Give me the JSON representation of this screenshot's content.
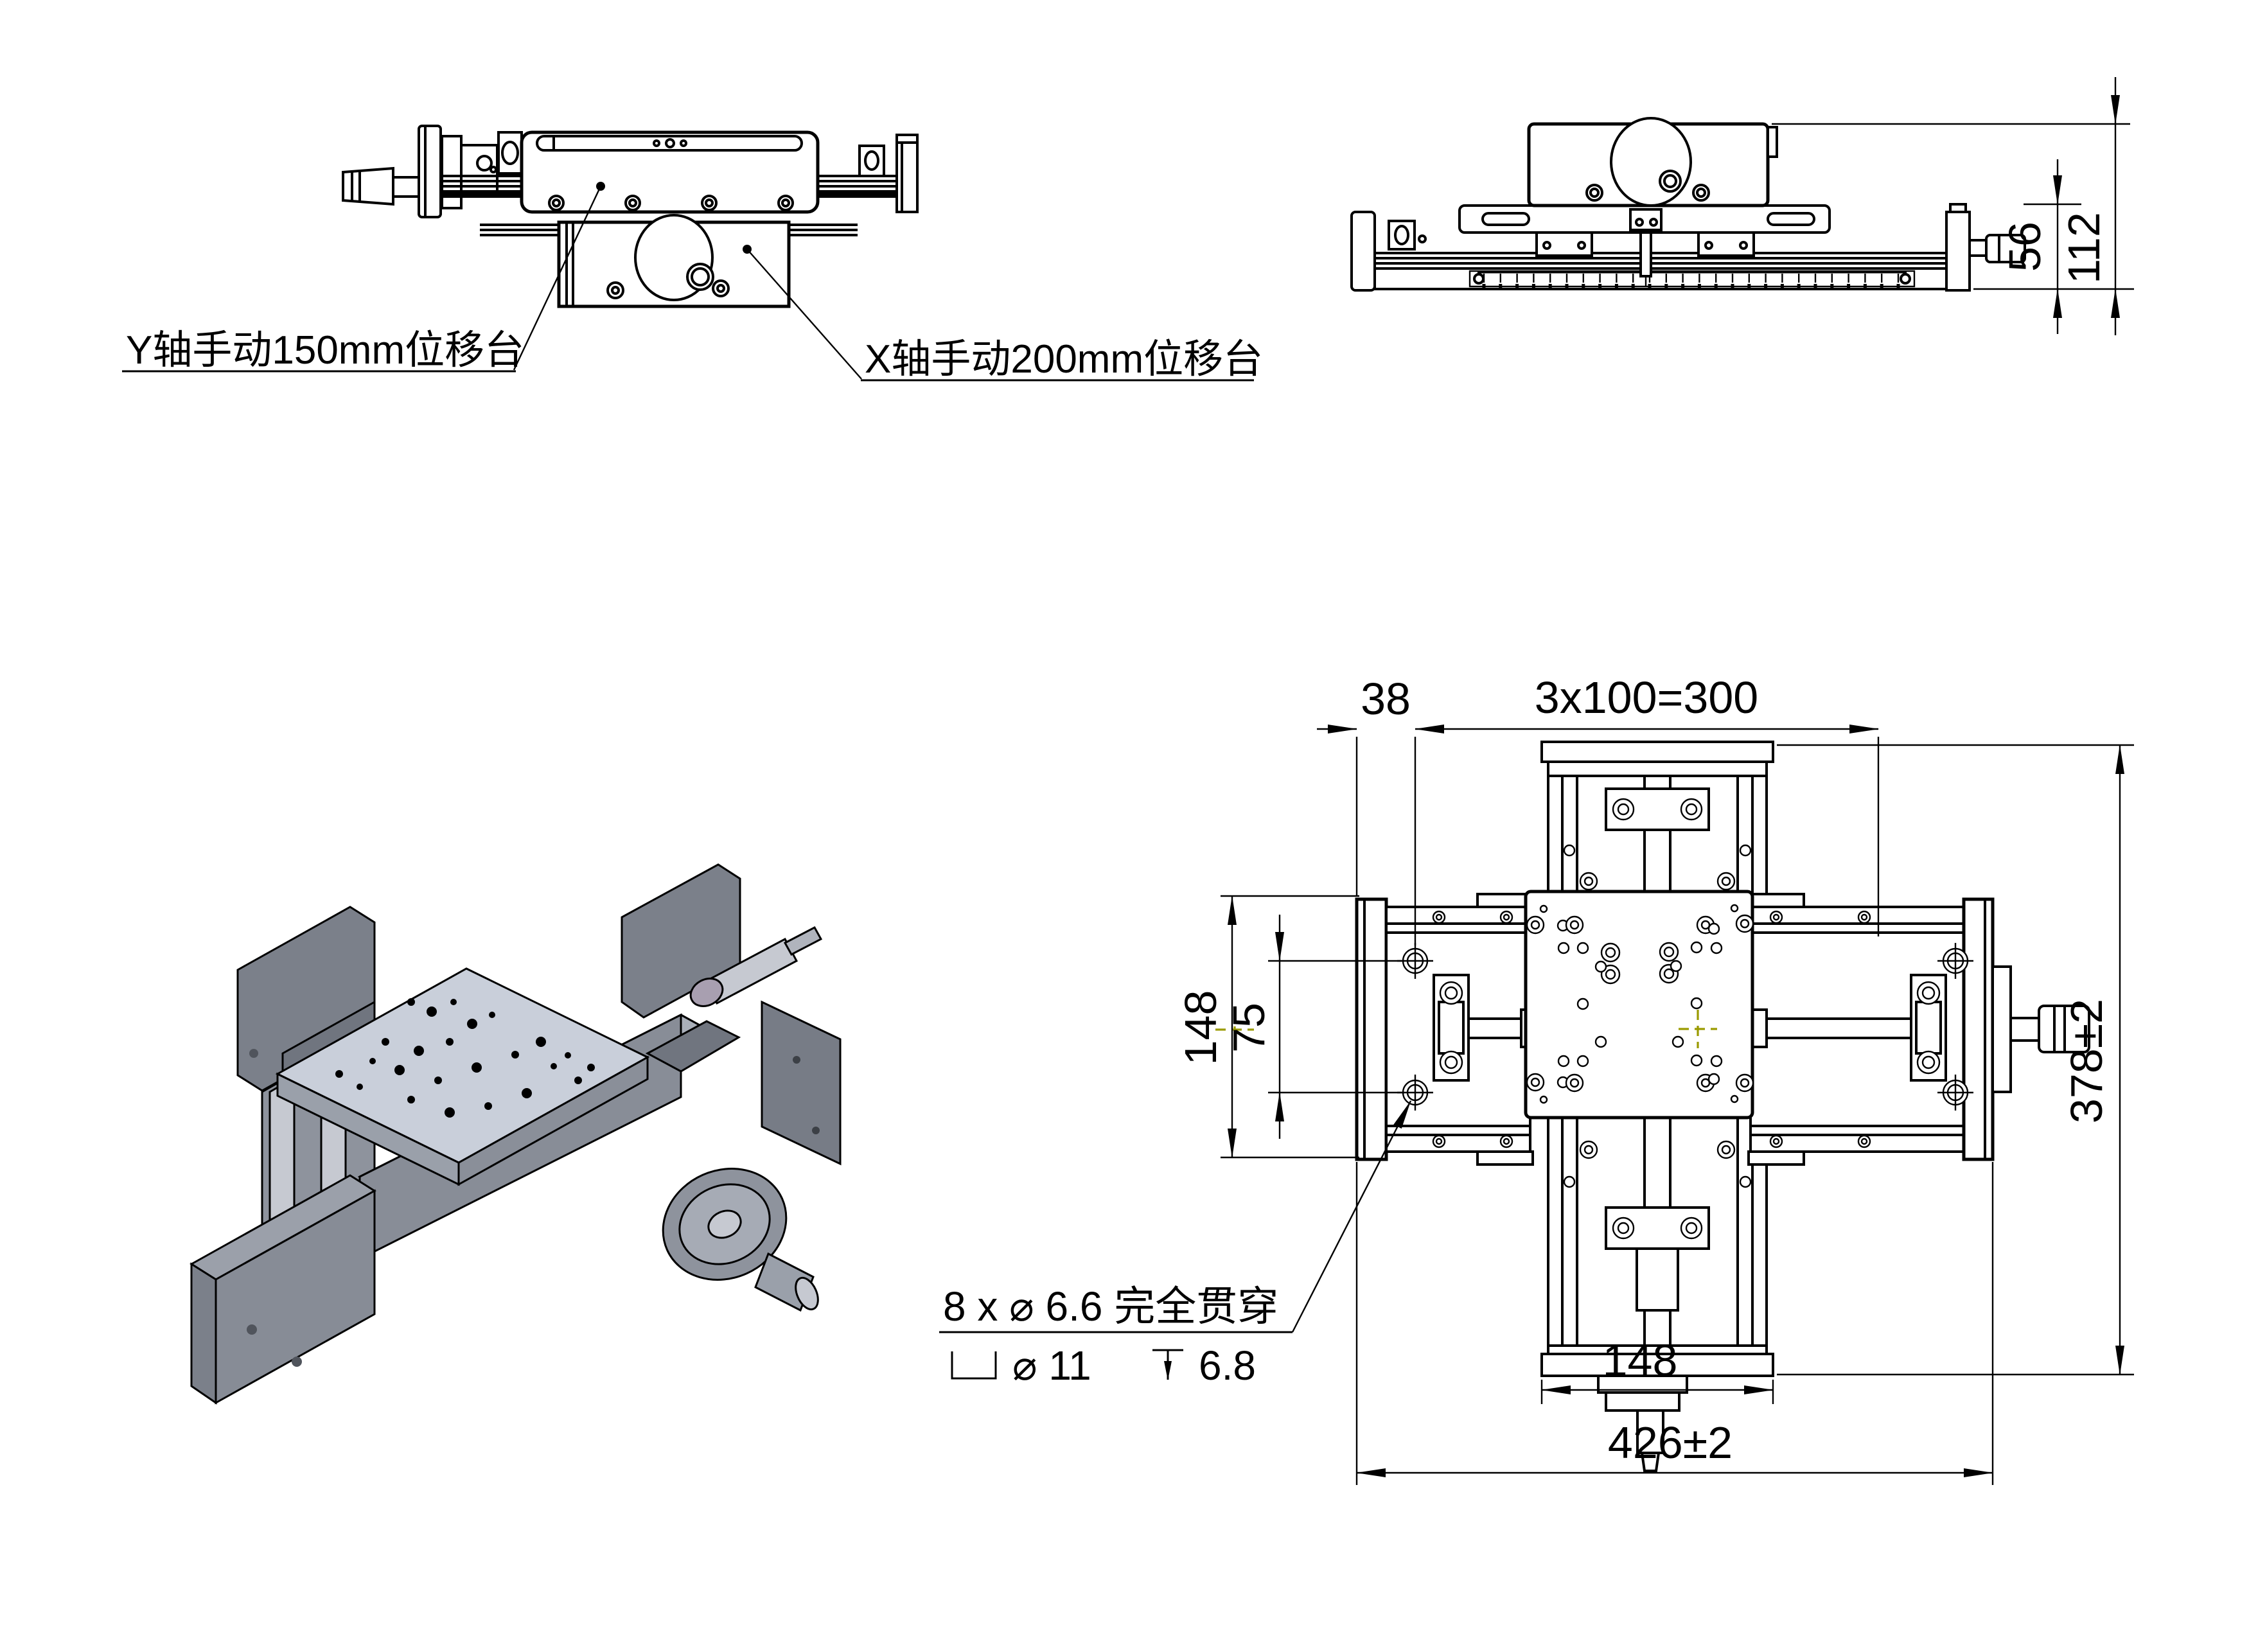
{
  "page": {
    "background": "#ffffff"
  },
  "front_view": {
    "label_y_stage": "Y轴手动150mm位移台",
    "label_x_stage": "X轴手动200mm位移台"
  },
  "side_view": {
    "dim_upper_height": "56",
    "dim_total_height": "112"
  },
  "top_view": {
    "dim_edge_to_hole": "38",
    "dim_hole_pattern": "3x100=300",
    "dim_rail_width": "148",
    "dim_hole_pitch": "75",
    "dim_y_length": "378±2",
    "dim_platform_width": "148",
    "dim_x_length": "426±2",
    "note_holes": "8 x ⌀ 6.6 完全贯穿",
    "note_cbore_dia": "⌀ 11",
    "note_cbore_depth": "6.8"
  },
  "colors": {
    "line": "#000000",
    "centerline": "#9a9a00",
    "iso_top": "#c9cfda",
    "iso_side": "#8e939d",
    "iso_dark": "#7b808a",
    "iso_cyl": "#c6c9d1",
    "iso_accent": "#a89fb0"
  }
}
